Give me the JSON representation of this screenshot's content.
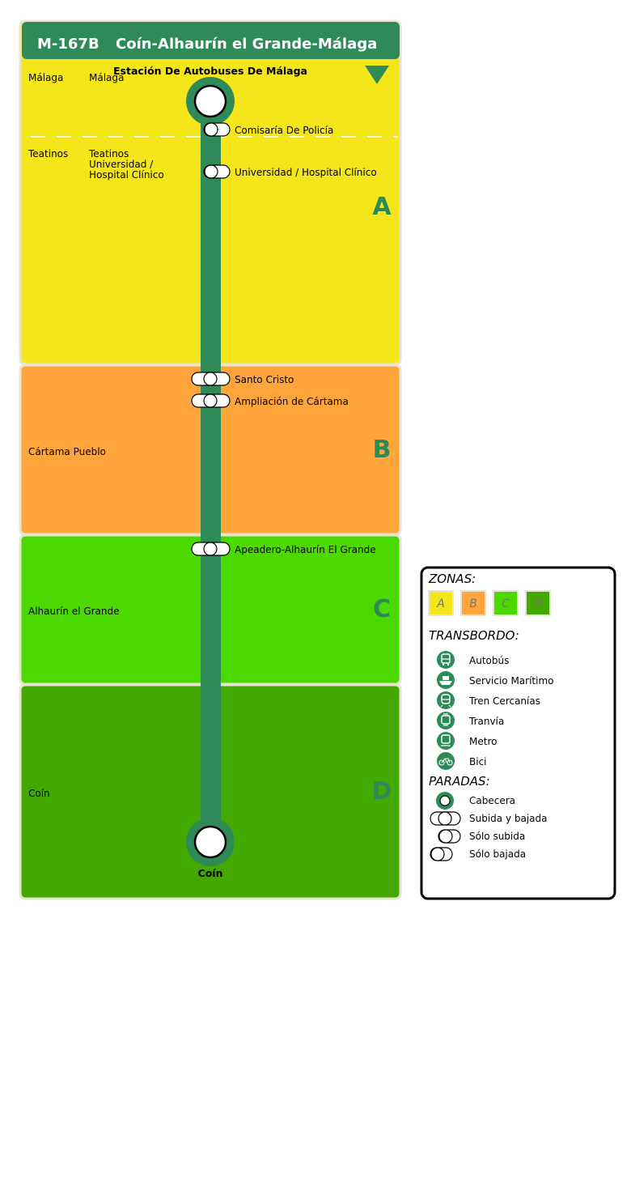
{
  "header": {
    "line_code": "M-167B",
    "route_name": "Coín-Alhaurín el Grande-Málaga",
    "color": "#2e8b57"
  },
  "zones": [
    {
      "letter": "A",
      "color": "#f5e51b"
    },
    {
      "letter": "B",
      "color": "#ffa53c"
    },
    {
      "letter": "C",
      "color": "#4cd900"
    },
    {
      "letter": "D",
      "color": "#43a800"
    }
  ],
  "municipalities": [
    {
      "municipality": "Málaga",
      "locality": "Málaga"
    },
    {
      "municipality": "Teatinos",
      "locality": "Teatinos",
      "locality_line2": "Universidad /",
      "locality_line3": "Hospital Clínico"
    },
    {
      "municipality": "Cártama Pueblo"
    },
    {
      "municipality": "Alhaurín el Grande"
    },
    {
      "municipality": "Coín"
    }
  ],
  "stops": [
    {
      "name": "Estación De Autobuses De Málaga",
      "type": "cabecera"
    },
    {
      "name": "Comisaría De Policía",
      "type": "solo-bajada"
    },
    {
      "name": "Universidad / Hospital Clínico",
      "type": "solo-bajada"
    },
    {
      "name": "Santo Cristo",
      "type": "subida-y-bajada"
    },
    {
      "name": "Ampliación de Cártama",
      "type": "subida-y-bajada"
    },
    {
      "name": "Apeadero-Alhaurín El Grande",
      "type": "subida-y-bajada"
    },
    {
      "name": "Coín",
      "type": "cabecera"
    }
  ],
  "legend": {
    "zones_title": "ZONAS:",
    "transfer_title": "TRANSBORDO:",
    "stops_title": "PARADAS:",
    "transfers": [
      {
        "label": "Autobús",
        "icon": "bus-icon"
      },
      {
        "label": "Servicio Marítimo",
        "icon": "ferry-icon"
      },
      {
        "label": "Tren Cercanías",
        "icon": "train-icon"
      },
      {
        "label": "Tranvía",
        "icon": "tram-icon"
      },
      {
        "label": "Metro",
        "icon": "metro-icon"
      },
      {
        "label": "Bici",
        "icon": "bike-icon"
      }
    ],
    "stop_types": [
      {
        "label": "Cabecera"
      },
      {
        "label": "Subida y bajada"
      },
      {
        "label": "Sólo subida"
      },
      {
        "label": "Sólo bajada"
      }
    ]
  }
}
